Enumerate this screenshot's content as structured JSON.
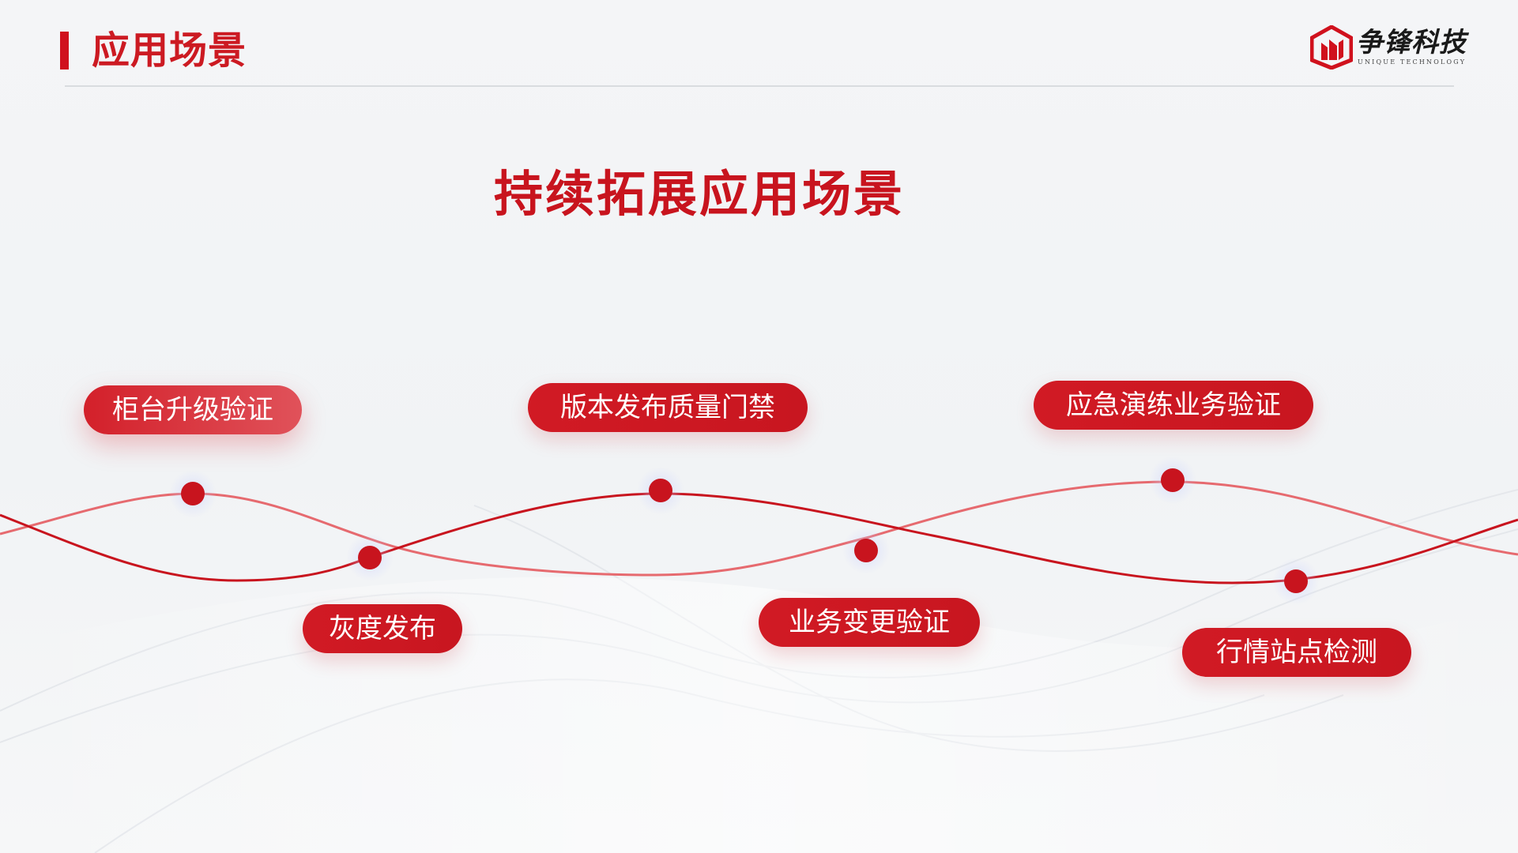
{
  "header": {
    "title": "应用场景"
  },
  "logo": {
    "name_cn": "争锋科技",
    "name_en": "UNIQUE TECHNOLOGY"
  },
  "main_title": "持续拓展应用场景",
  "scenarios": [
    {
      "label": "柜台升级验证"
    },
    {
      "label": "灰度发布"
    },
    {
      "label": "版本发布质量门禁"
    },
    {
      "label": "业务变更验证"
    },
    {
      "label": "应急演练业务验证"
    },
    {
      "label": "行情站点检测"
    }
  ],
  "colors": {
    "accent": "#cc1a22",
    "wave_dark": "#c8141e",
    "wave_light": "#e66a6f",
    "background": "#f2f3f5"
  }
}
